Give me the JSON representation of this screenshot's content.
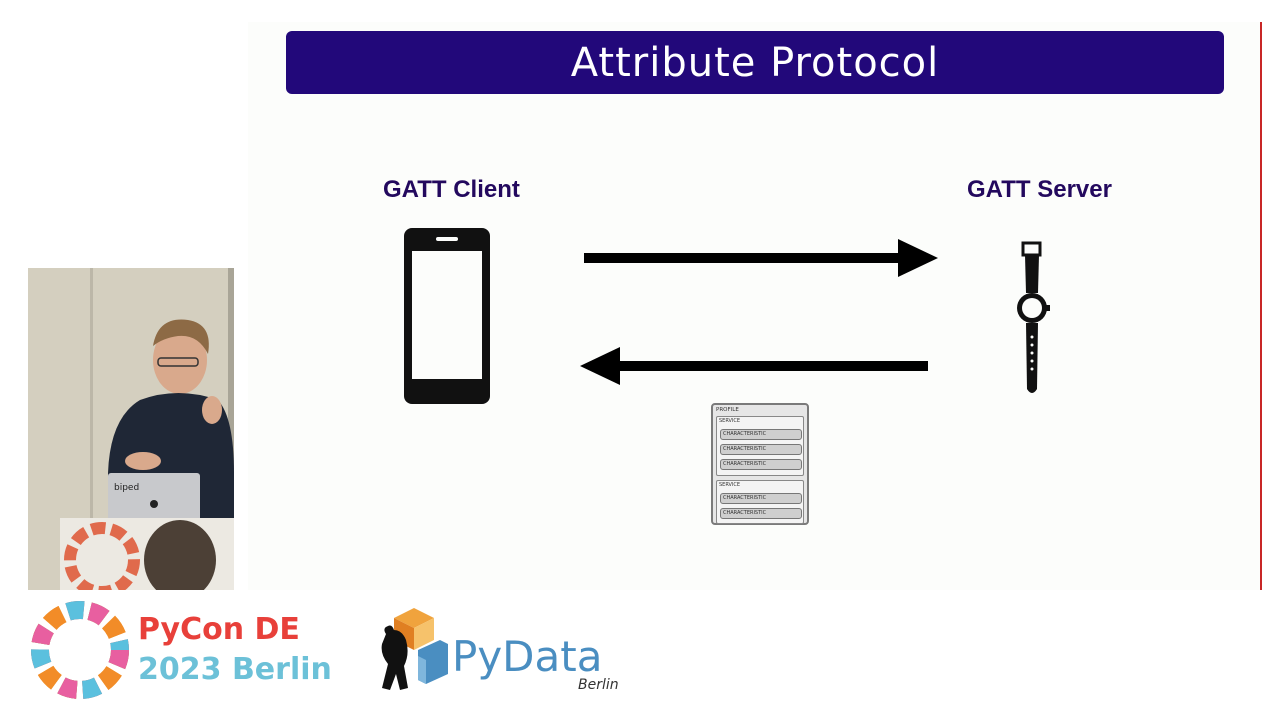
{
  "slide": {
    "title": "Attribute Protocol",
    "client_label": "GATT Client",
    "server_label": "GATT Server",
    "profile": {
      "label": "PROFILE",
      "services": [
        {
          "label": "SERVICE",
          "characteristics": [
            "CHARACTERISTIC",
            "CHARACTERISTIC",
            "CHARACTERISTIC"
          ]
        },
        {
          "label": "SERVICE",
          "characteristics": [
            "CHARACTERISTIC",
            "CHARACTERISTIC"
          ]
        }
      ]
    }
  },
  "speaker": {
    "laptop_sticker": "biped"
  },
  "footer": {
    "pycon_line1": "PyCon DE",
    "pycon_line2": "2023 Berlin",
    "pydata_name": "PyData",
    "pydata_city": "Berlin"
  },
  "colors": {
    "title_bg": "#22087a",
    "label_text": "#23095e",
    "pydata_blue": "#4a8ec1"
  }
}
